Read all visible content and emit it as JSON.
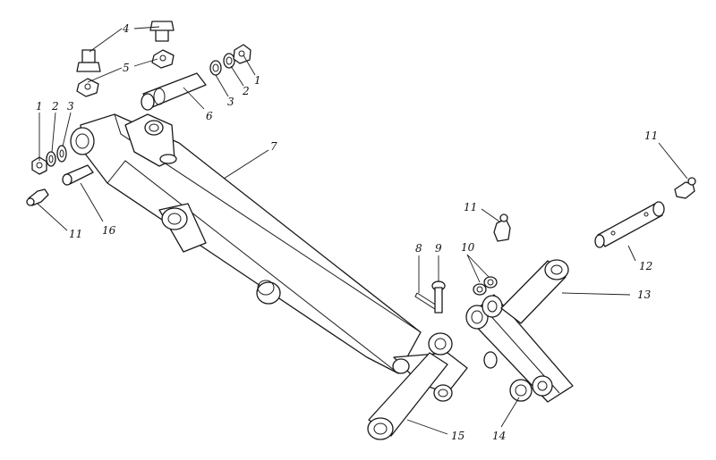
{
  "diagram": {
    "callouts": [
      {
        "id": "c4",
        "label": "4"
      },
      {
        "id": "c5",
        "label": "5"
      },
      {
        "id": "c1a",
        "label": "1"
      },
      {
        "id": "c2a",
        "label": "2"
      },
      {
        "id": "c3a",
        "label": "3"
      },
      {
        "id": "c6",
        "label": "6"
      },
      {
        "id": "c1b",
        "label": "1"
      },
      {
        "id": "c2b",
        "label": "2"
      },
      {
        "id": "c3b",
        "label": "3"
      },
      {
        "id": "c7",
        "label": "7"
      },
      {
        "id": "c11a",
        "label": "11"
      },
      {
        "id": "c16",
        "label": "16"
      },
      {
        "id": "c11b",
        "label": "11"
      },
      {
        "id": "c11c",
        "label": "11"
      },
      {
        "id": "c8",
        "label": "8"
      },
      {
        "id": "c9",
        "label": "9"
      },
      {
        "id": "c10",
        "label": "10"
      },
      {
        "id": "c12",
        "label": "12"
      },
      {
        "id": "c13",
        "label": "13"
      },
      {
        "id": "c14",
        "label": "14"
      },
      {
        "id": "c15",
        "label": "15"
      }
    ]
  }
}
